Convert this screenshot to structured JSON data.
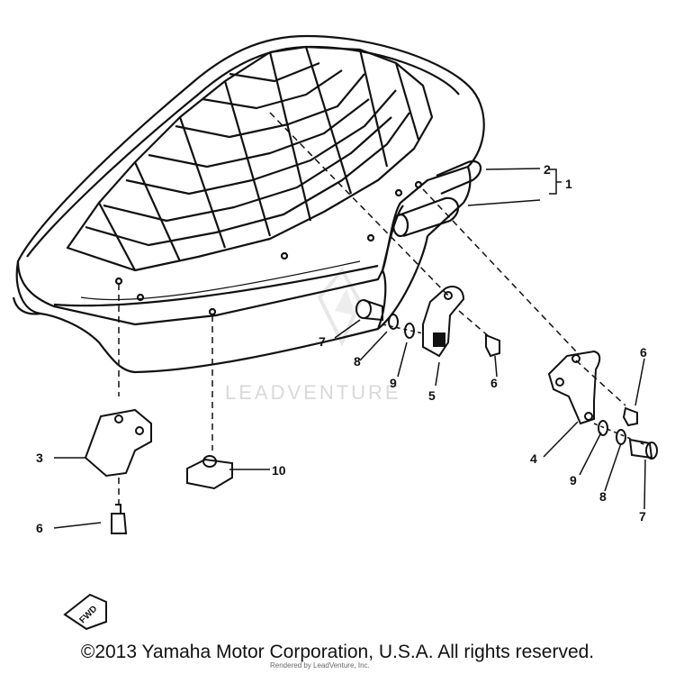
{
  "diagram": {
    "parts": [
      {
        "id": "label-1",
        "text": "1"
      },
      {
        "id": "label-2",
        "text": "2"
      },
      {
        "id": "label-3",
        "text": "3"
      },
      {
        "id": "label-4",
        "text": "4"
      },
      {
        "id": "label-5",
        "text": "5"
      },
      {
        "id": "label-6a",
        "text": "6"
      },
      {
        "id": "label-6b",
        "text": "6"
      },
      {
        "id": "label-6c",
        "text": "6"
      },
      {
        "id": "label-7a",
        "text": "7"
      },
      {
        "id": "label-7b",
        "text": "7"
      },
      {
        "id": "label-8a",
        "text": "8"
      },
      {
        "id": "label-8b",
        "text": "8"
      },
      {
        "id": "label-9a",
        "text": "9"
      },
      {
        "id": "label-9b",
        "text": "9"
      },
      {
        "id": "label-10",
        "text": "10"
      }
    ],
    "fwd_label": "FWD",
    "watermark": "LEADVENTURE",
    "copyright": "©2013 Yamaha Motor Corporation, U.S.A. All rights reserved.",
    "rendered_by": "Rendered by LeadVenture, Inc."
  }
}
